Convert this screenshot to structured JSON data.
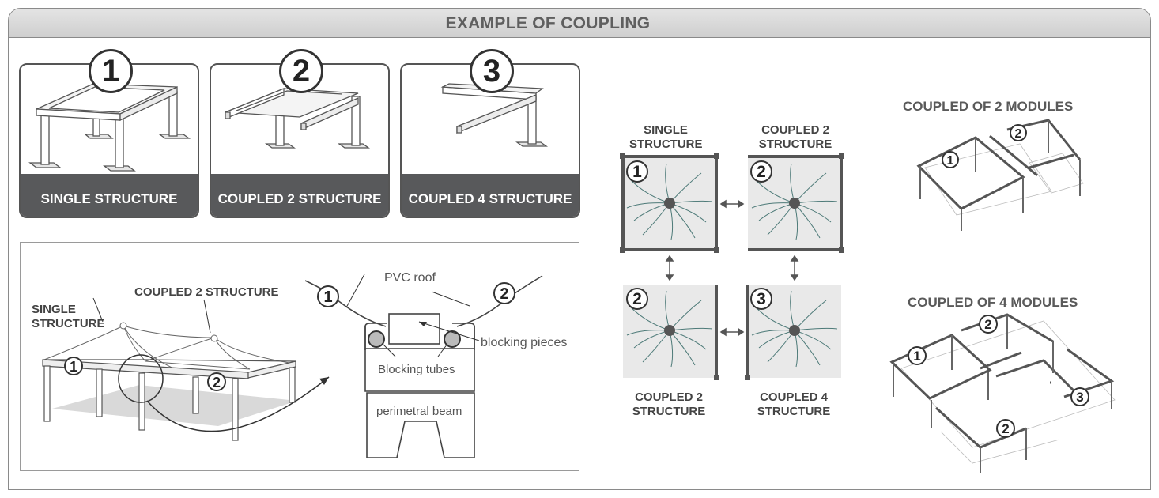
{
  "header": {
    "title": "EXAMPLE OF COUPLING"
  },
  "cards": [
    {
      "number": "1",
      "label": "SINGLE STRUCTURE"
    },
    {
      "number": "2",
      "label": "COUPLED 2 STRUCTURE"
    },
    {
      "number": "3",
      "label": "COUPLED 4 STRUCTURE"
    }
  ],
  "detail": {
    "single_structure": "SINGLE\nSTRUCTURE",
    "coupled_2_structure": "COUPLED 2 STRUCTURE",
    "pvc_roof": "PVC roof",
    "blocking_pieces": "blocking pieces",
    "blocking_tubes": "Blocking tubes",
    "perimetral_beam": "perimetral beam",
    "markers": [
      "1",
      "2"
    ]
  },
  "grid": {
    "top_left": "SINGLE\nSTRUCTURE",
    "top_right": "COUPLED 2\nSTRUCTURE",
    "bottom_left": "COUPLED 2\nSTRUCTURE",
    "bottom_right": "COUPLED 4\nSTRUCTURE",
    "markers": [
      "1",
      "2",
      "2",
      "3"
    ]
  },
  "modules": {
    "two_title": "COUPLED OF 2 MODULES",
    "four_title": "COUPLED OF 4 MODULES",
    "two_markers": [
      "1",
      "2"
    ],
    "four_markers": [
      "1",
      "2",
      "2",
      "3"
    ]
  }
}
